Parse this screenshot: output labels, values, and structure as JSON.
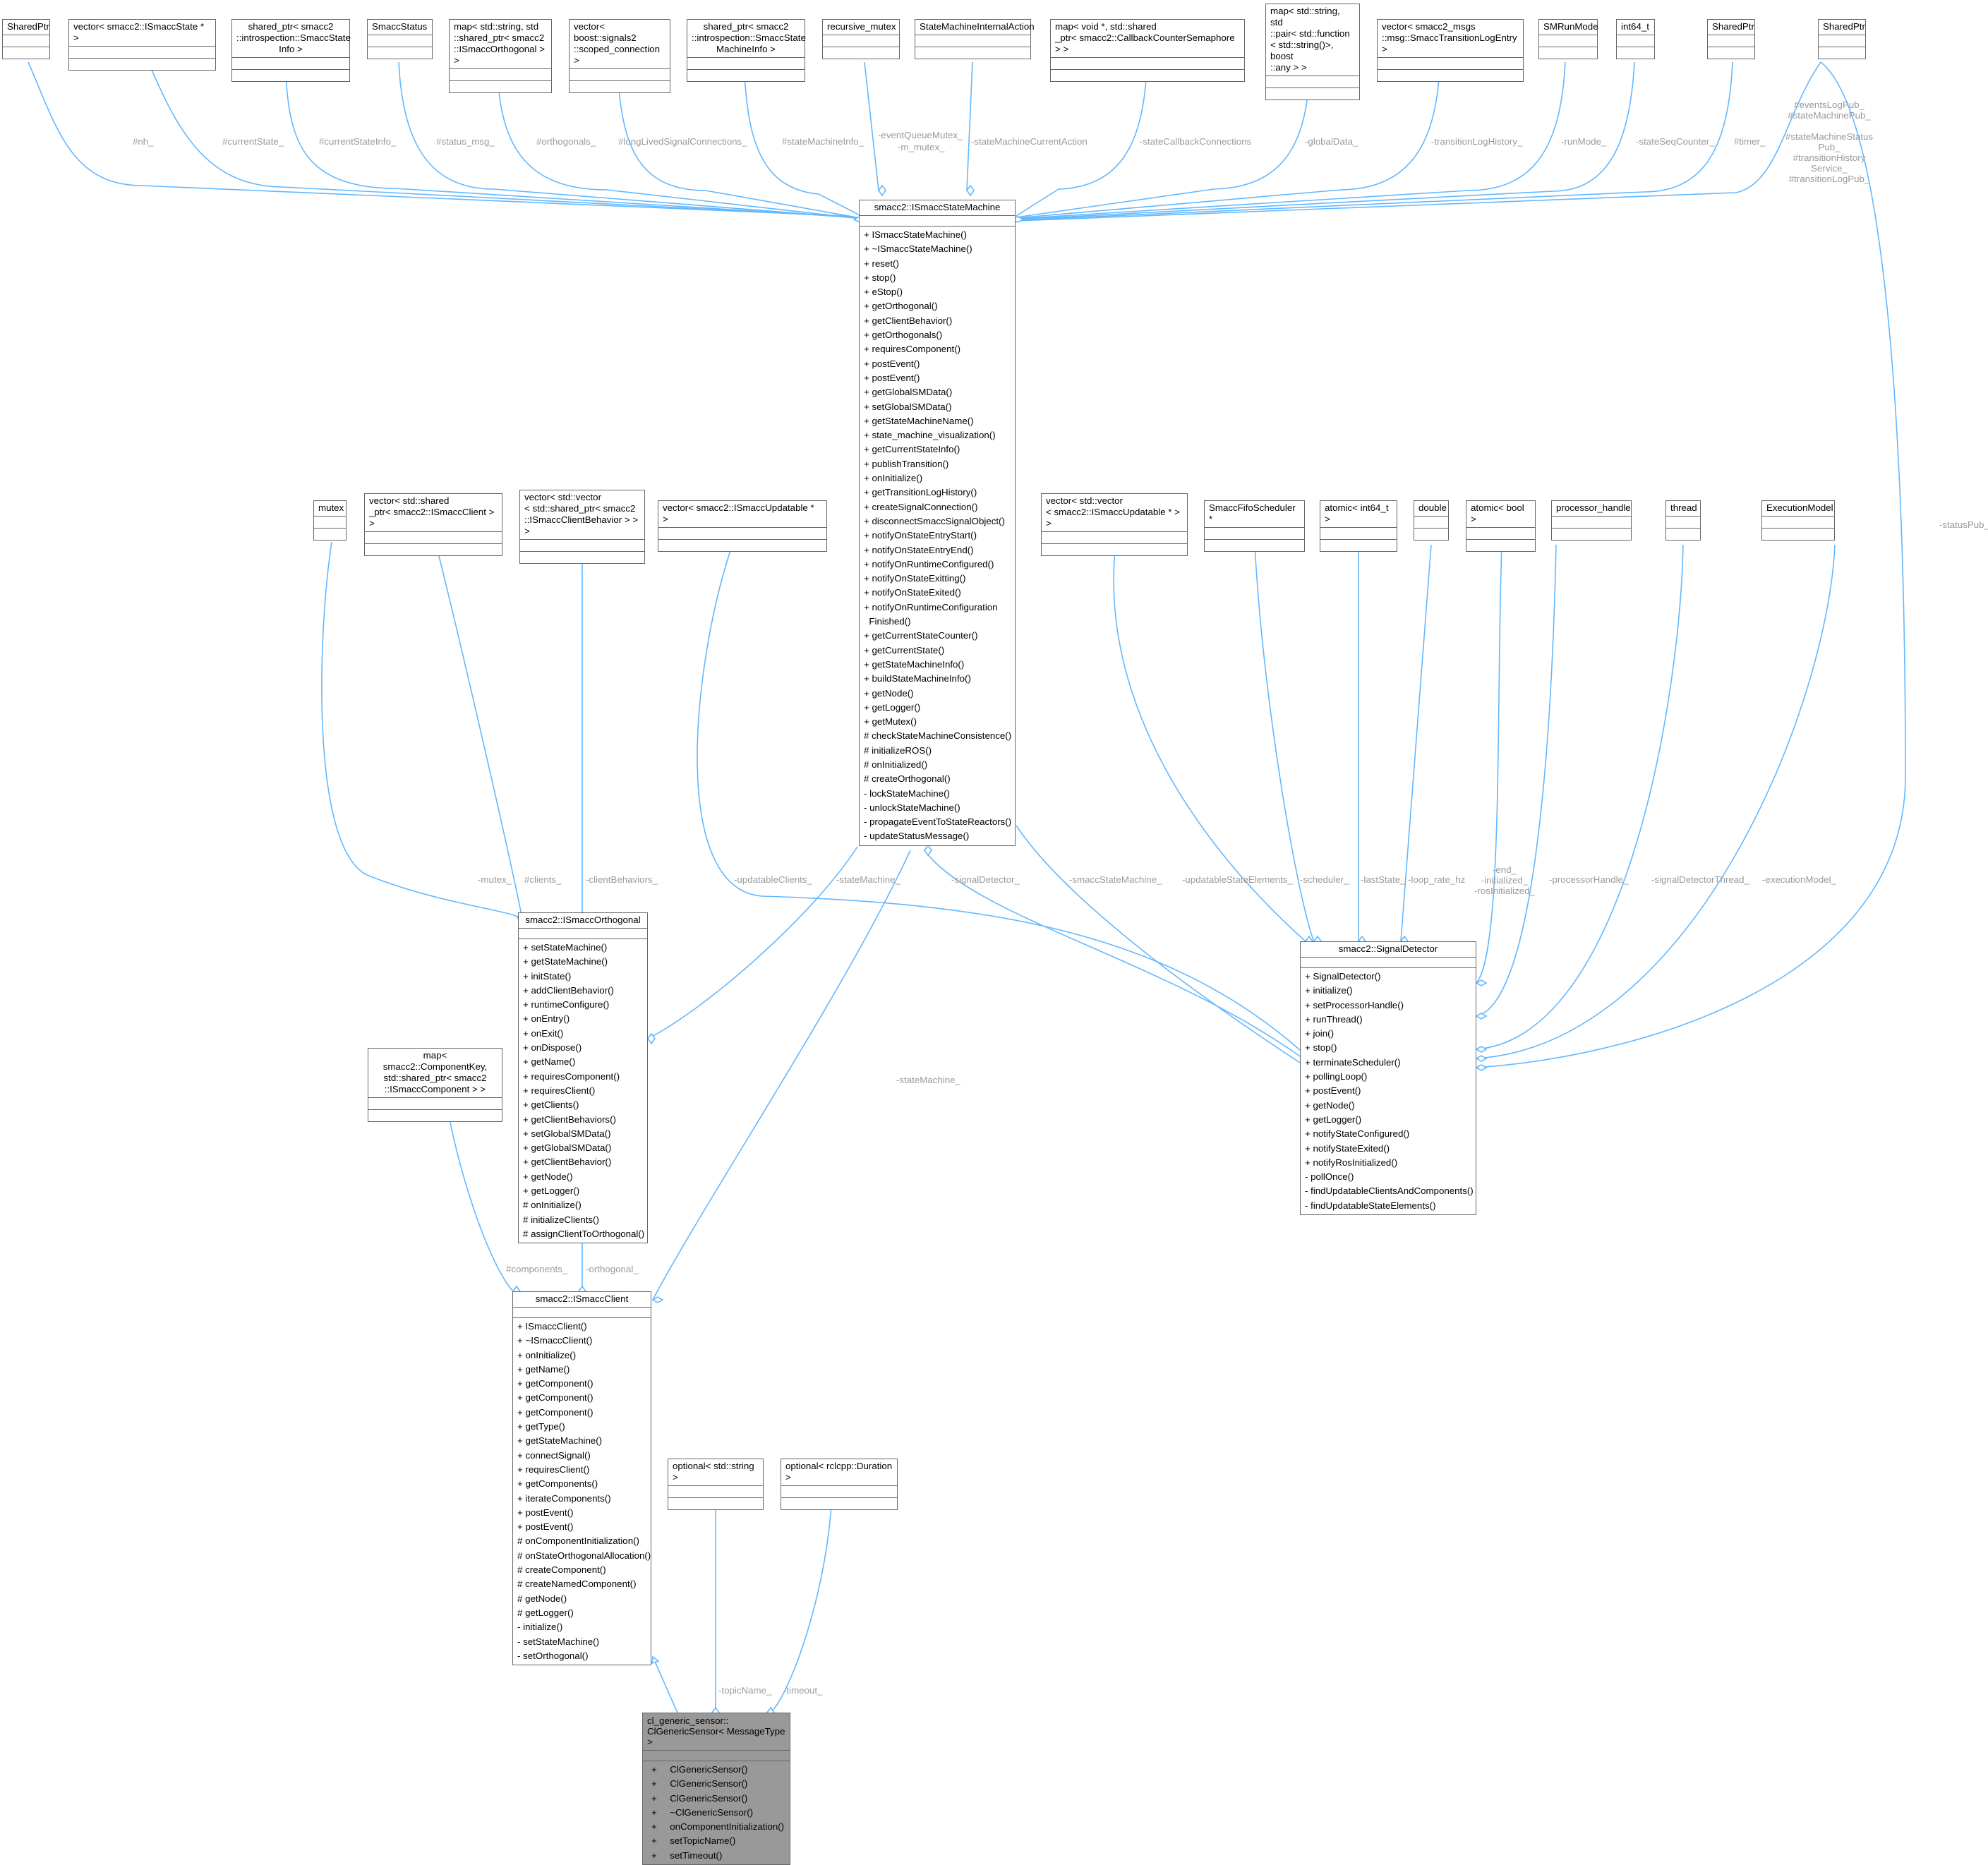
{
  "types": {
    "t1": "SharedPtr",
    "t2": "vector< smacc2::ISmaccState * >",
    "t3": [
      "shared_ptr< smacc2",
      "::introspection::SmaccState",
      "Info >"
    ],
    "t4": "SmaccStatus",
    "t5": [
      "map< std::string, std",
      "::shared_ptr< smacc2",
      "::ISmaccOrthogonal > >"
    ],
    "t6": [
      "vector< boost::signals2",
      "::scoped_connection >"
    ],
    "t7": [
      "shared_ptr< smacc2",
      "::introspection::SmaccState",
      "MachineInfo >"
    ],
    "t8": "recursive_mutex",
    "t9": "StateMachineInternalAction",
    "t10": [
      "map< void *, std::shared",
      "_ptr< smacc2::CallbackCounterSemaphore > >"
    ],
    "t11": [
      "map< std::string, std",
      "::pair< std::function",
      "< std::string()>, boost",
      "::any > >"
    ],
    "t12": [
      "vector< smacc2_msgs",
      "::msg::SmaccTransitionLogEntry >"
    ],
    "t13": "SMRunMode",
    "t14": "int64_t",
    "t15": "SharedPtr",
    "t16": "SharedPtr",
    "mutex": "mutex",
    "clients": [
      "vector< std::shared",
      "_ptr< smacc2::ISmaccClient > >"
    ],
    "behaviors": [
      "vector< std::vector",
      "< std::shared_ptr< smacc2",
      "::ISmaccClientBehavior > > >"
    ],
    "upd1": "vector< smacc2::ISmaccUpdatable * >",
    "upd2": [
      "vector< std::vector",
      "< smacc2::ISmaccUpdatable * > >"
    ],
    "sched": "SmaccFifoScheduler *",
    "atomic64": "atomic< int64_t >",
    "double": "double",
    "atomicbool": "atomic< bool >",
    "proc": "processor_handle",
    "thread": "thread",
    "exec": "ExecutionModel",
    "comps": [
      "map< smacc2::ComponentKey,",
      "std::shared_ptr< smacc2",
      "::ISmaccComponent > >"
    ],
    "optstr": "optional< std::string >",
    "optdur": "optional< rclcpp::Duration >"
  },
  "classes": {
    "sm": {
      "title": "smacc2::ISmaccStateMachine",
      "members": [
        "+ ISmaccStateMachine()",
        "+ ~ISmaccStateMachine()",
        "+ reset()",
        "+ stop()",
        "+ eStop()",
        "+ getOrthogonal()",
        "+ getClientBehavior()",
        "+ getOrthogonals()",
        "+ requiresComponent()",
        "+ postEvent()",
        "+ postEvent()",
        "+ getGlobalSMData()",
        "+ setGlobalSMData()",
        "+ getStateMachineName()",
        "+ state_machine_visualization()",
        "+ getCurrentStateInfo()",
        "+ publishTransition()",
        "+ onInitialize()",
        "+ getTransitionLogHistory()",
        "+ createSignalConnection()",
        "+ disconnectSmaccSignalObject()",
        "+ notifyOnStateEntryStart()",
        "+ notifyOnStateEntryEnd()",
        "+ notifyOnRuntimeConfigured()",
        "+ notifyOnStateExitting()",
        "+ notifyOnStateExited()",
        "+ notifyOnRuntimeConfiguration",
        "  Finished()",
        "+ getCurrentStateCounter()",
        "+ getCurrentState()",
        "+ getStateMachineInfo()",
        "+ buildStateMachineInfo()",
        "+ getNode()",
        "+ getLogger()",
        "+ getMutex()",
        "# checkStateMachineConsistence()",
        "# initializeROS()",
        "# onInitialized()",
        "# createOrthogonal()",
        "- lockStateMachine()",
        "- unlockStateMachine()",
        "- propagateEventToStateReactors()",
        "- updateStatusMessage()"
      ]
    },
    "orth": {
      "title": "smacc2::ISmaccOrthogonal",
      "members": [
        "+ setStateMachine()",
        "+ getStateMachine()",
        "+ initState()",
        "+ addClientBehavior()",
        "+ runtimeConfigure()",
        "+ onEntry()",
        "+ onExit()",
        "+ onDispose()",
        "+ getName()",
        "+ requiresComponent()",
        "+ requiresClient()",
        "+ getClients()",
        "+ getClientBehaviors()",
        "+ setGlobalSMData()",
        "+ getGlobalSMData()",
        "+ getClientBehavior()",
        "+ getNode()",
        "+ getLogger()",
        "# onInitialize()",
        "# initializeClients()",
        "# assignClientToOrthogonal()"
      ]
    },
    "sig": {
      "title": "smacc2::SignalDetector",
      "members": [
        "+ SignalDetector()",
        "+ initialize()",
        "+ setProcessorHandle()",
        "+ runThread()",
        "+ join()",
        "+ stop()",
        "+ terminateScheduler()",
        "+ pollingLoop()",
        "+ postEvent()",
        "+ getNode()",
        "+ getLogger()",
        "+ notifyStateConfigured()",
        "+ notifyStateExited()",
        "+ notifyRosInitialized()",
        "- pollOnce()",
        "- findUpdatableClientsAndComponents()",
        "- findUpdatableStateElements()"
      ]
    },
    "client": {
      "title": "smacc2::ISmaccClient",
      "members": [
        "+ ISmaccClient()",
        "+ ~ISmaccClient()",
        "+ onInitialize()",
        "+ getName()",
        "+ getComponent()",
        "+ getComponent()",
        "+ getComponent()",
        "+ getType()",
        "+ getStateMachine()",
        "+ connectSignal()",
        "+ requiresClient()",
        "+ getComponents()",
        "+ iterateComponents()",
        "+ postEvent()",
        "+ postEvent()",
        "# onComponentInitialization()",
        "# onStateOrthogonalAllocation()",
        "# createComponent()",
        "# createNamedComponent()",
        "# getNode()",
        "# getLogger()",
        "- initialize()",
        "- setStateMachine()",
        "- setOrthogonal()"
      ]
    },
    "gen": {
      "title": [
        "cl_generic_sensor::",
        "ClGenericSensor< MessageType >"
      ],
      "members": [
        "+     ClGenericSensor()",
        "+     ClGenericSensor()",
        "+     ClGenericSensor()",
        "+     ~ClGenericSensor()",
        "+     onComponentInitialization()",
        "+     setTopicName()",
        "+     setTimeout()"
      ]
    }
  },
  "labels": {
    "nh": "#nh_",
    "currentState": "#currentState_",
    "currentStateInfo": "#currentStateInfo_",
    "statusMsg": "#status_msg_",
    "orthogonals": "#orthogonals_",
    "longLived": "#longLivedSignalConnections_",
    "smInfo": "#stateMachineInfo_",
    "eventQueue": [
      "-eventQueueMutex_",
      "-m_mutex_"
    ],
    "smAction": "-stateMachineCurrentAction",
    "callbackConn": "-stateCallbackConnections",
    "globalData": "-globalData_",
    "transitionLog": "-transitionLogHistory_",
    "runMode": "-runMode_",
    "stateSeq": "-stateSeqCounter_",
    "timer": "#timer_",
    "pubs": [
      "#eventsLogPub_",
      "#stateMachinePub_",
      "#stateMachineStatus",
      "Pub_",
      "#transitionHistory",
      "Service_",
      "#transitionLogPub_"
    ],
    "statusPub": "-statusPub_",
    "mutex": "-mutex_",
    "clients": "#clients_",
    "clientBehaviors": "-clientBehaviors_",
    "updatableClients": "-updatableClients_",
    "stateMachineOrth": "-stateMachine_",
    "signalDetector": "-signalDetector_",
    "smaccSM": "-smaccStateMachine_",
    "updatableState": "-updatableStateElements_",
    "scheduler": "-scheduler_",
    "lastState": "-lastState_",
    "loopRate": "-loop_rate_hz",
    "flags": [
      "-end_",
      "-initialized_",
      "-rosInitialized_"
    ],
    "processorHandle": "-processorHandle_",
    "signalThread": "-signalDetectorThread_",
    "executionModel": "-executionModel_",
    "stateMachineClient": "-stateMachine_",
    "components": "#components_",
    "orthogonal": "-orthogonal_",
    "topicName": "-topicName_",
    "timeout": "-timeout_"
  },
  "colors": {
    "edge": "#63b8ff",
    "label": "#9a9a9a",
    "border": "#666666",
    "highlight": "#999999"
  }
}
